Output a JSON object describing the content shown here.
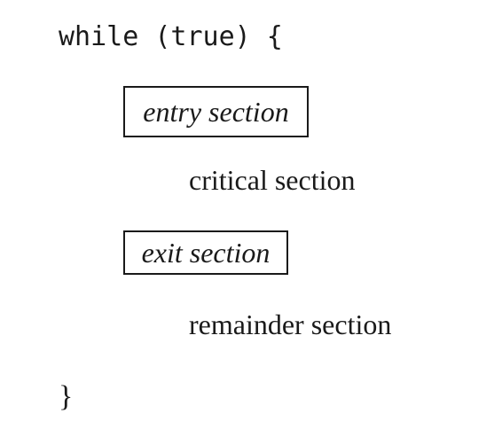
{
  "code": {
    "loop_header": "while (true) {",
    "loop_close": "}"
  },
  "sections": {
    "entry": "entry section",
    "critical": "critical section",
    "exit": "exit section",
    "remainder": "remainder section"
  }
}
